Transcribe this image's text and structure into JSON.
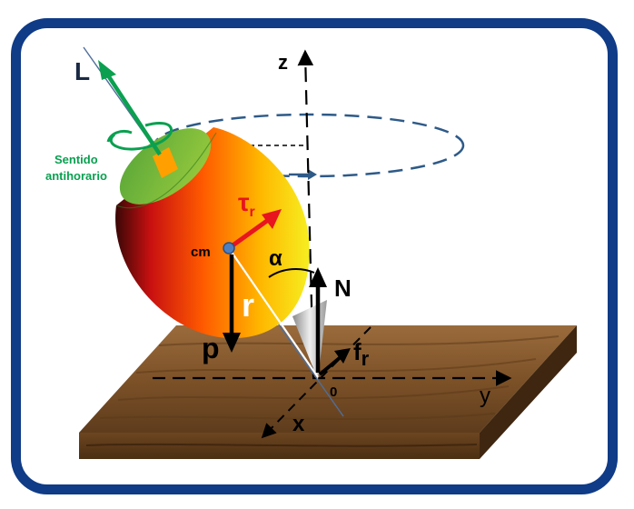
{
  "labels": {
    "angular_momentum": "L",
    "rotation_sense": "Sentido antihorario",
    "torque": "τ",
    "torque_sub": "r",
    "center_of_mass": "cm",
    "angle": "α",
    "normal": "N",
    "weight": "p",
    "radius": "r",
    "friction": "f",
    "friction_sub": "r",
    "axis_z": "z",
    "axis_y": "y",
    "axis_x": "x",
    "origin": "0"
  },
  "colors": {
    "frame": "#0f3b87",
    "angular_momentum": "#0aa050",
    "torque": "#e8141e",
    "precession_ellipse": "#2e5a88",
    "vectors": "#000000",
    "label_dark": "#1a2a44"
  }
}
